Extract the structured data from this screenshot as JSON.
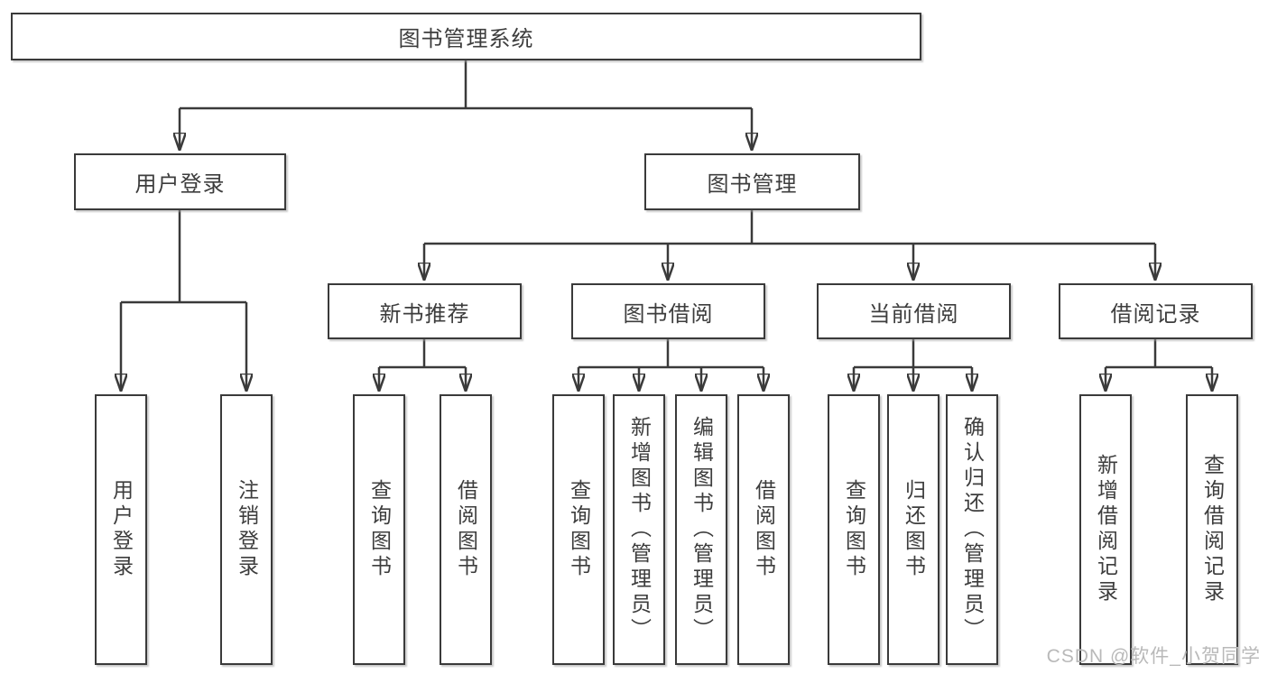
{
  "tree": {
    "label": "图书管理系统",
    "children": [
      {
        "label": "用户登录",
        "children": [
          {
            "label": "用户登录"
          },
          {
            "label": "注销登录"
          }
        ]
      },
      {
        "label": "图书管理",
        "children": [
          {
            "label": "新书推荐",
            "children": [
              {
                "label": "查询图书"
              },
              {
                "label": "借阅图书"
              }
            ]
          },
          {
            "label": "图书借阅",
            "children": [
              {
                "label": "查询图书"
              },
              {
                "label": "新增图书（管理员）"
              },
              {
                "label": "编辑图书（管理员）"
              },
              {
                "label": "借阅图书"
              }
            ]
          },
          {
            "label": "当前借阅",
            "children": [
              {
                "label": "查询图书"
              },
              {
                "label": "归还图书"
              },
              {
                "label": "确认归还（管理员）"
              }
            ]
          },
          {
            "label": "借阅记录",
            "children": [
              {
                "label": "新增借阅记录"
              },
              {
                "label": "查询借阅记录"
              }
            ]
          }
        ]
      }
    ]
  },
  "watermark": {
    "text": "CSDN @软件_小贺同学"
  },
  "colors": {
    "line": "#3a3a3a",
    "text": "#3d3d3d",
    "background": "#ffffff",
    "watermark": "#b9b9b9"
  }
}
